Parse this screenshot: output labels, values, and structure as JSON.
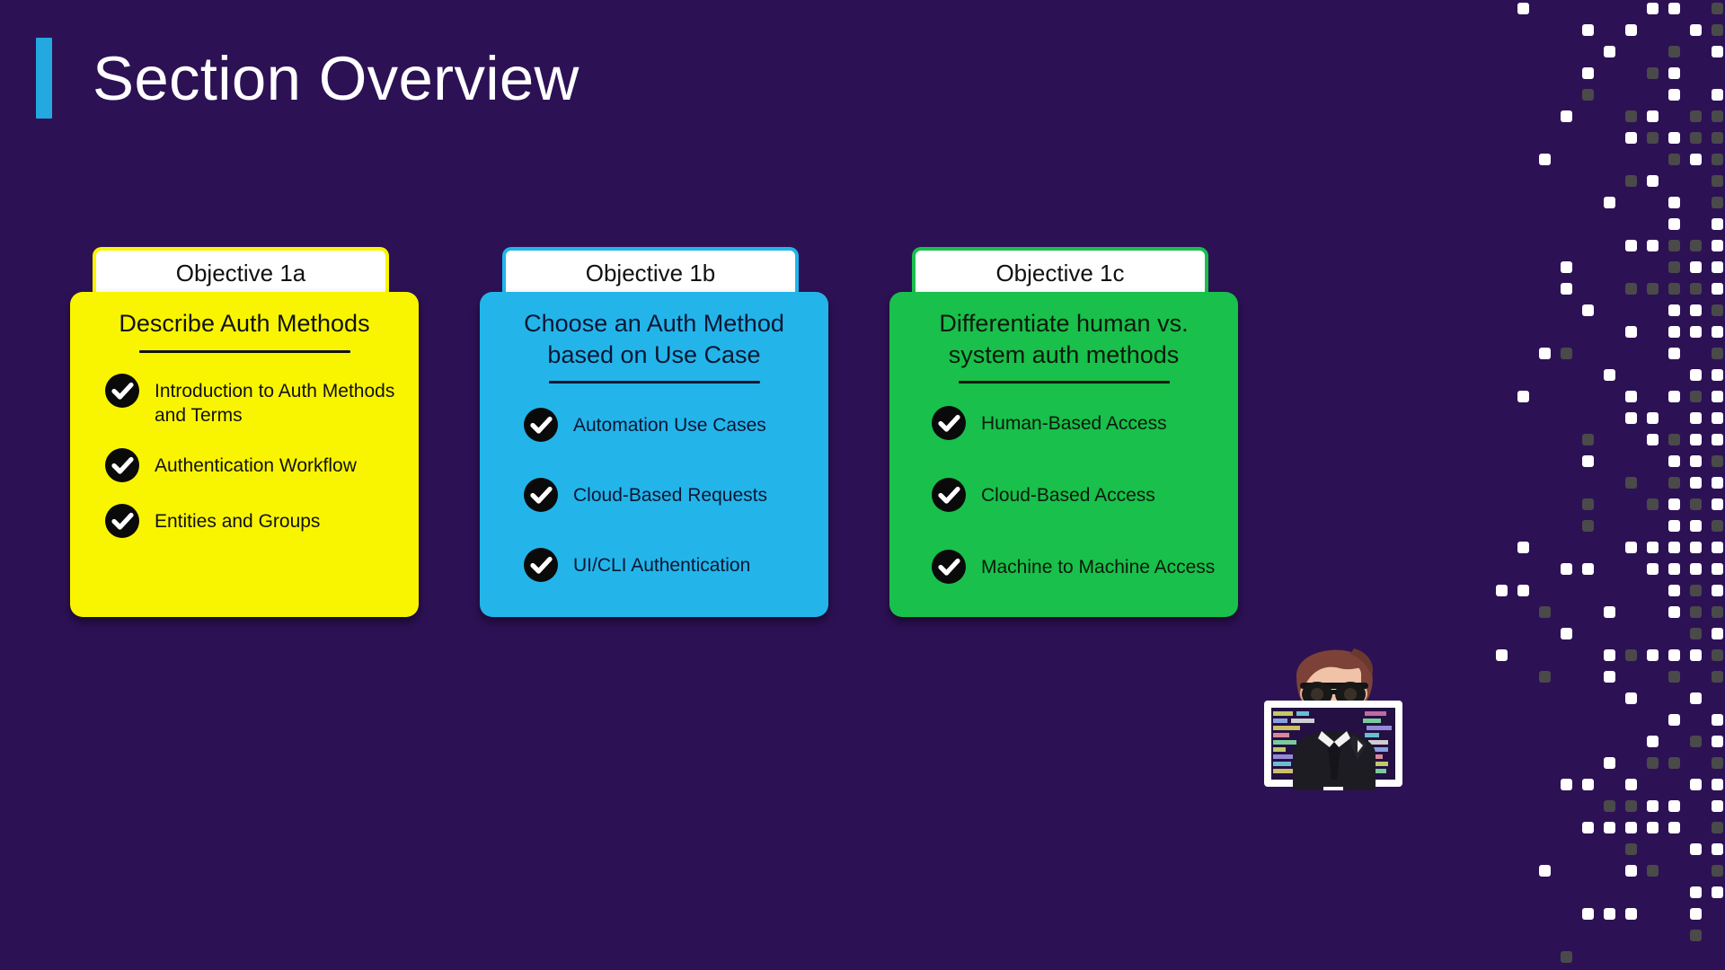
{
  "slide": {
    "background_color": "#2d1155",
    "title": "Section Overview",
    "accent_color": "#23a8e0"
  },
  "cards": [
    {
      "tab_label": "Objective 1a",
      "headline": "Describe Auth Methods",
      "color": "#f9f500",
      "bullets": [
        "Introduction to Auth Methods and Terms",
        "Authentication Workflow",
        "Entities and Groups"
      ],
      "bullet_icon": "check-circle-icon"
    },
    {
      "tab_label": "Objective 1b",
      "headline": "Choose an Auth Method based on Use Case",
      "color": "#23b5ea",
      "bullets": [
        "Automation Use Cases",
        "Cloud-Based Requests",
        "UI/CLI Authentication"
      ],
      "bullet_icon": "check-circle-icon"
    },
    {
      "tab_label": "Objective 1c",
      "headline": "Differentiate human vs. system auth methods",
      "color": "#19c04b",
      "bullets": [
        "Human-Based Access",
        "Cloud-Based Access",
        "Machine to Machine Access"
      ],
      "bullet_icon": "check-circle-icon"
    }
  ],
  "decor": {
    "pixel_field": "pixel-squares-decoration",
    "pixel_light_color": "#ffffff",
    "pixel_dark_color": "#4a4a4a",
    "avatar": "bearded-man-with-sunglasses-monitor-avatar"
  }
}
